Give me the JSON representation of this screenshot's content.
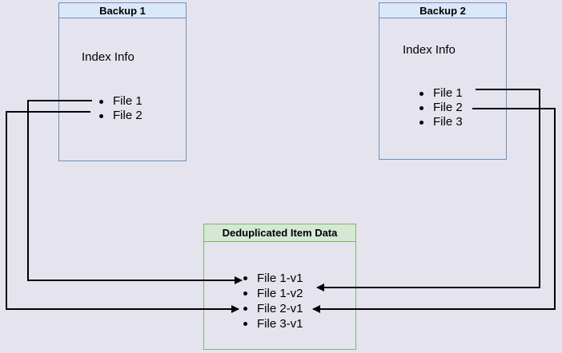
{
  "colors": {
    "background": "#e5e4ee",
    "blue_border": "#6c8ebf",
    "blue_header_fill": "#dae8fc",
    "green_border": "#82b366",
    "green_header_fill": "#d5e8d4",
    "arrow": "#000000",
    "text": "#000000"
  },
  "backup1": {
    "title": "Backup 1",
    "info_label": "Index Info",
    "files": [
      "File 1",
      "File 2"
    ]
  },
  "backup2": {
    "title": "Backup 2",
    "info_label": "Index Info",
    "files": [
      "File 1",
      "File 2",
      "File 3"
    ]
  },
  "dedup": {
    "title": "Deduplicated Item Data",
    "items": [
      "File 1-v1",
      "File 1-v2",
      "File 2-v1",
      "File 3-v1"
    ]
  },
  "connections": [
    {
      "from": "Backup 1 / File 1",
      "to": "File 1-v1"
    },
    {
      "from": "Backup 1 / File 2",
      "to": "File 2-v1"
    },
    {
      "from": "Backup 2 / File 1",
      "to": "File 1-v2"
    },
    {
      "from": "Backup 2 / File 2",
      "to": "File 2-v1"
    }
  ]
}
